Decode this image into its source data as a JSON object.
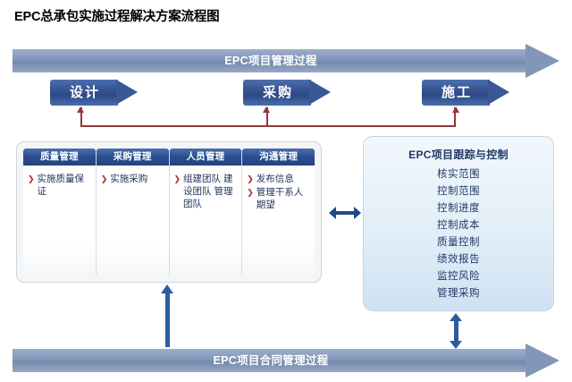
{
  "page": {
    "title": "EPC总承包实施过程解决方案流程图"
  },
  "banners": {
    "top": {
      "label": "EPC项目管理过程",
      "icon": "right-arrow-banner"
    },
    "bottom": {
      "label": "EPC项目合同管理过程",
      "icon": "right-arrow-banner"
    }
  },
  "stages": [
    {
      "label": "设计",
      "name": "stage-design"
    },
    {
      "label": "采购",
      "name": "stage-procurement"
    },
    {
      "label": "施工",
      "name": "stage-construction"
    }
  ],
  "knowledge_areas": [
    {
      "header": "质量管理",
      "items": [
        "实施质量保证"
      ]
    },
    {
      "header": "采购管理",
      "items": [
        "实施采购"
      ]
    },
    {
      "header": "人员管理",
      "items": [
        "组建团队 建设团队 管理团队"
      ]
    },
    {
      "header": "沟通管理",
      "items": [
        "发布信息",
        "管理干系人期望"
      ]
    }
  ],
  "control_panel": {
    "title": "EPC项目跟踪与控制",
    "items": [
      "核实范围",
      "控制范围",
      "控制进度",
      "控制成本",
      "质量控制",
      "绩效报告",
      "监控风险",
      "管理采购"
    ]
  },
  "connectors": {
    "red_bracket": "red-bracket-up-arrows",
    "mid_double_arrow": "horizontal-double-arrow",
    "left_up_arrow": "vertical-up-arrow",
    "right_double_arrow": "vertical-double-arrow"
  },
  "colors": {
    "banner_blue": "#8296b8",
    "stage_navy": "#2e4a86",
    "header_navy": "#2b4d8e",
    "bullet_red": "#a32b2b",
    "connector_red": "#96343c",
    "arrow_blue": "#2b5ca0",
    "panel_blue": "#e2eef8",
    "text_navy": "#1f3864"
  }
}
